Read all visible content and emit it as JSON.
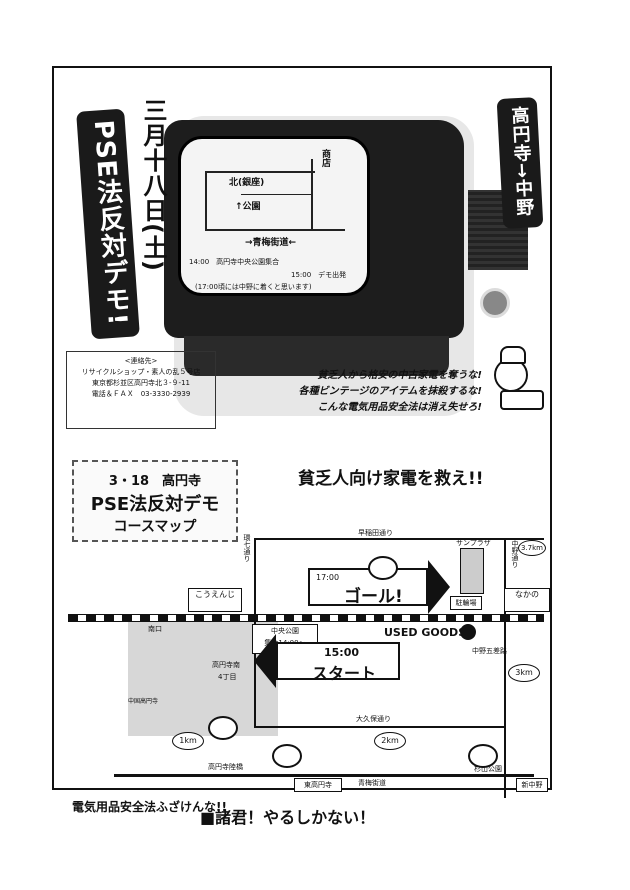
{
  "poster": {
    "date_vertical": "三月十八日(土)",
    "pse_title": "PSE法反対デモ!",
    "route_vertical": "高円寺→中野"
  },
  "screen": {
    "label_kita_ginza": "北(銀座)",
    "label_kouen": "↑公園",
    "label_shopping": "商店",
    "label_kaido": "→青梅街道←",
    "time_start": "14:00　高円寺中央公園集合",
    "time_demo": "15:00　デモ出発",
    "note": "(17:00頃には中野に着くと思います)"
  },
  "contact": {
    "heading": "<連絡先>",
    "shop": "リサイクルショップ・素人の乱５号店",
    "address": "東京都杉並区高円寺北３-９-11",
    "phone": "電話＆ＦＡＸ　03-3330-2939"
  },
  "warning": {
    "line1": "貧乏人から格安の中古家電を奪うな!",
    "line2": "各種ビンテージのアイテムを抹殺するな!",
    "line3": "こんな電気用品安全法は消え失せろ!"
  },
  "course": {
    "line1": "3・18　高円寺",
    "line2": "PSE法反対デモ",
    "line3": "コースマップ"
  },
  "headline": "貧乏人向け家電を救え!!",
  "map": {
    "kannana": "環七通り",
    "waseda": "早稲田通り",
    "nakano_dori": "中野通り",
    "sunplaza": "サンプラザ",
    "goal_time": "17:00",
    "goal": "ゴール!",
    "bicycle_lot": "駐輪場",
    "koenji_station": "こうえんじ",
    "nakano_station": "なかの",
    "dist_37": "3.7km",
    "used_goods": "USED GOODS!",
    "south_exit": "南口",
    "chuo_park": "中央公園",
    "gather": "集合14:00〜",
    "koenji_minami": "高円寺南",
    "chome": "4丁目",
    "start_time": "15:00",
    "start": "スタート",
    "nakano_5": "中野五差路",
    "dist_3": "3km",
    "okubo": "大久保通り",
    "dist_1": "1km",
    "dist_2": "2km",
    "rikkyo": "高円寺陸橋",
    "higashi_koenji": "東高円寺",
    "ome": "青梅街道",
    "suginami": "杉山公園",
    "shin_nakano": "新中野",
    "shop_note": "中国高円寺",
    "law_footer": "電気用品安全法ふざけんな!!"
  },
  "caption": "■諸君！やるしかない！"
}
